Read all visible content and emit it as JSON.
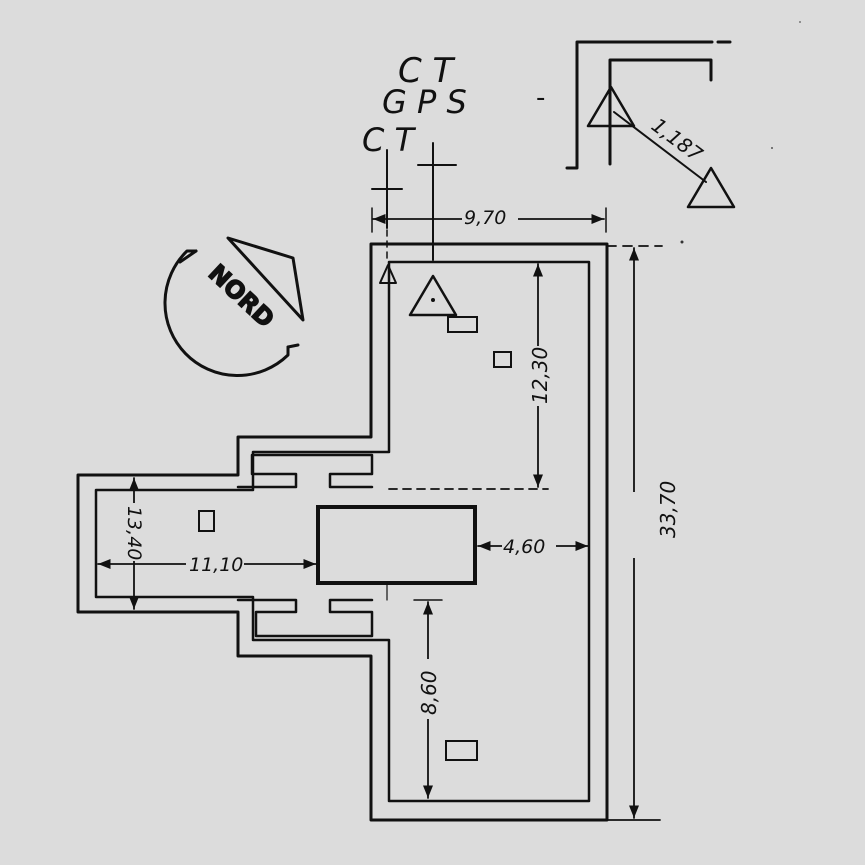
{
  "labels": {
    "ct_top": "C T",
    "gps": "G P S",
    "ct_left": "C T",
    "dash_mark": "-",
    "nord": "NORD"
  },
  "dimensions": {
    "width_top": "9,70",
    "offset_ref": "1,187",
    "upper_length": "12,30",
    "total_length": "33,70",
    "wing_width": "13,40",
    "wing_length": "11,10",
    "block_offset": "4,60",
    "lower_length": "8,60"
  },
  "colors": {
    "ink": "#111111",
    "paper": "#dcdcdc"
  }
}
